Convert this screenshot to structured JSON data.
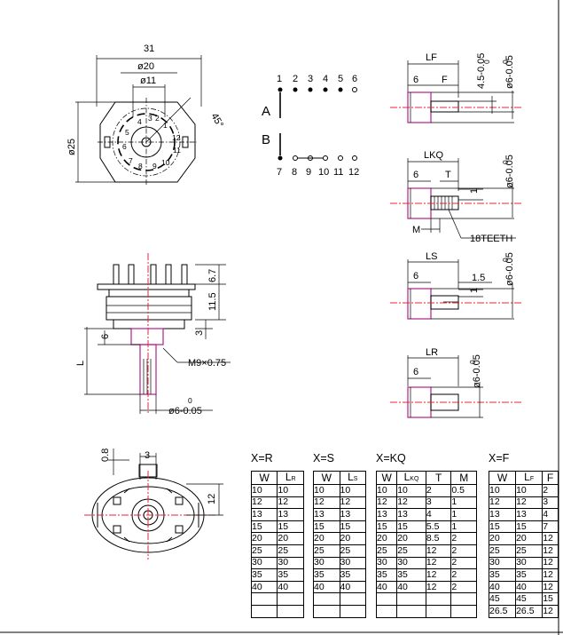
{
  "top_view": {
    "width": "31",
    "d1": "ø20",
    "d2": "ø11",
    "d_outer": "ø25",
    "angle": "45°",
    "numbers": [
      "3",
      "2",
      "4",
      "1",
      "5",
      "12",
      "6",
      "11",
      "7",
      "8",
      "9",
      "10"
    ]
  },
  "schematic": {
    "top_numbers": [
      "1",
      "2",
      "3",
      "4",
      "5",
      "6"
    ],
    "bottom_numbers": [
      "7",
      "8",
      "9",
      "10",
      "11",
      "12"
    ],
    "pole_a": "A",
    "pole_b": "B"
  },
  "shaft_f": {
    "lf": "LF",
    "six": "6",
    "f": "F",
    "tol_hi": "0",
    "tol_lo": "4.5-0.05",
    "dia_hi": "0",
    "dia_lo": "ø6-0.05"
  },
  "shaft_kq": {
    "lkq": "LKQ",
    "six": "6",
    "t": "T",
    "one": "1",
    "m": "M",
    "teeth": "18TEETH",
    "dia_hi": "0",
    "dia_lo": "ø6-0.05"
  },
  "shaft_s": {
    "ls": "LS",
    "six": "6",
    "one": "1",
    "one_five": "1.5",
    "dia_hi": "0",
    "dia_lo": "ø6-0.05"
  },
  "shaft_r": {
    "lr": "LR",
    "six": "6",
    "dia_hi": "0",
    "dia_lo": "ø6-0.05"
  },
  "side_view": {
    "d67": "6.7",
    "d115": "11.5",
    "d3": "3",
    "d6": "6",
    "l": "L",
    "thread": "M9×0.75",
    "dia_hi": "0",
    "dia_lo": "ø6-0.05"
  },
  "bottom_view": {
    "d08": "0.8",
    "d3": "3",
    "d12": "12"
  },
  "tables": {
    "r": {
      "title": "X=R",
      "h1": "W",
      "h2": "L",
      "h2sub": "R",
      "rows": [
        [
          "10",
          "10"
        ],
        [
          "12",
          "12"
        ],
        [
          "13",
          "13"
        ],
        [
          "15",
          "15"
        ],
        [
          "20",
          "20"
        ],
        [
          "25",
          "25"
        ],
        [
          "30",
          "30"
        ],
        [
          "35",
          "35"
        ],
        [
          "40",
          "40"
        ],
        [
          "",
          ""
        ],
        [
          "",
          ""
        ]
      ]
    },
    "s": {
      "title": "X=S",
      "h1": "W",
      "h2": "L",
      "h2sub": "S",
      "rows": [
        [
          "10",
          "10"
        ],
        [
          "12",
          "12"
        ],
        [
          "13",
          "13"
        ],
        [
          "15",
          "15"
        ],
        [
          "20",
          "20"
        ],
        [
          "25",
          "25"
        ],
        [
          "30",
          "30"
        ],
        [
          "35",
          "35"
        ],
        [
          "40",
          "40"
        ],
        [
          "",
          ""
        ],
        [
          "",
          ""
        ]
      ]
    },
    "kq": {
      "title": "X=KQ",
      "h1": "W",
      "h2": "L",
      "h2sub": "KQ",
      "h3": "T",
      "h4": "M",
      "rows": [
        [
          "10",
          "10",
          "2",
          "0.5"
        ],
        [
          "12",
          "12",
          "3",
          "1"
        ],
        [
          "13",
          "13",
          "4",
          "1"
        ],
        [
          "15",
          "15",
          "5.5",
          "1"
        ],
        [
          "20",
          "20",
          "8.5",
          "2"
        ],
        [
          "25",
          "25",
          "12",
          "2"
        ],
        [
          "30",
          "30",
          "12",
          "2"
        ],
        [
          "35",
          "35",
          "12",
          "2"
        ],
        [
          "40",
          "40",
          "12",
          "2"
        ],
        [
          "",
          "",
          "",
          ""
        ],
        [
          "",
          "",
          "",
          ""
        ]
      ]
    },
    "f": {
      "title": "X=F",
      "h1": "W",
      "h2": "L",
      "h2sub": "F",
      "h3": "F",
      "rows": [
        [
          "10",
          "10",
          "2"
        ],
        [
          "12",
          "12",
          "3"
        ],
        [
          "13",
          "13",
          "4"
        ],
        [
          "15",
          "15",
          "7"
        ],
        [
          "20",
          "20",
          "12"
        ],
        [
          "25",
          "25",
          "12"
        ],
        [
          "30",
          "30",
          "12"
        ],
        [
          "35",
          "35",
          "12"
        ],
        [
          "40",
          "40",
          "12"
        ],
        [
          "45",
          "45",
          "15"
        ],
        [
          "26.5",
          "26.5",
          "12"
        ]
      ]
    }
  },
  "colors": {
    "centerline": "#e23",
    "highlight": "#b0208a"
  }
}
